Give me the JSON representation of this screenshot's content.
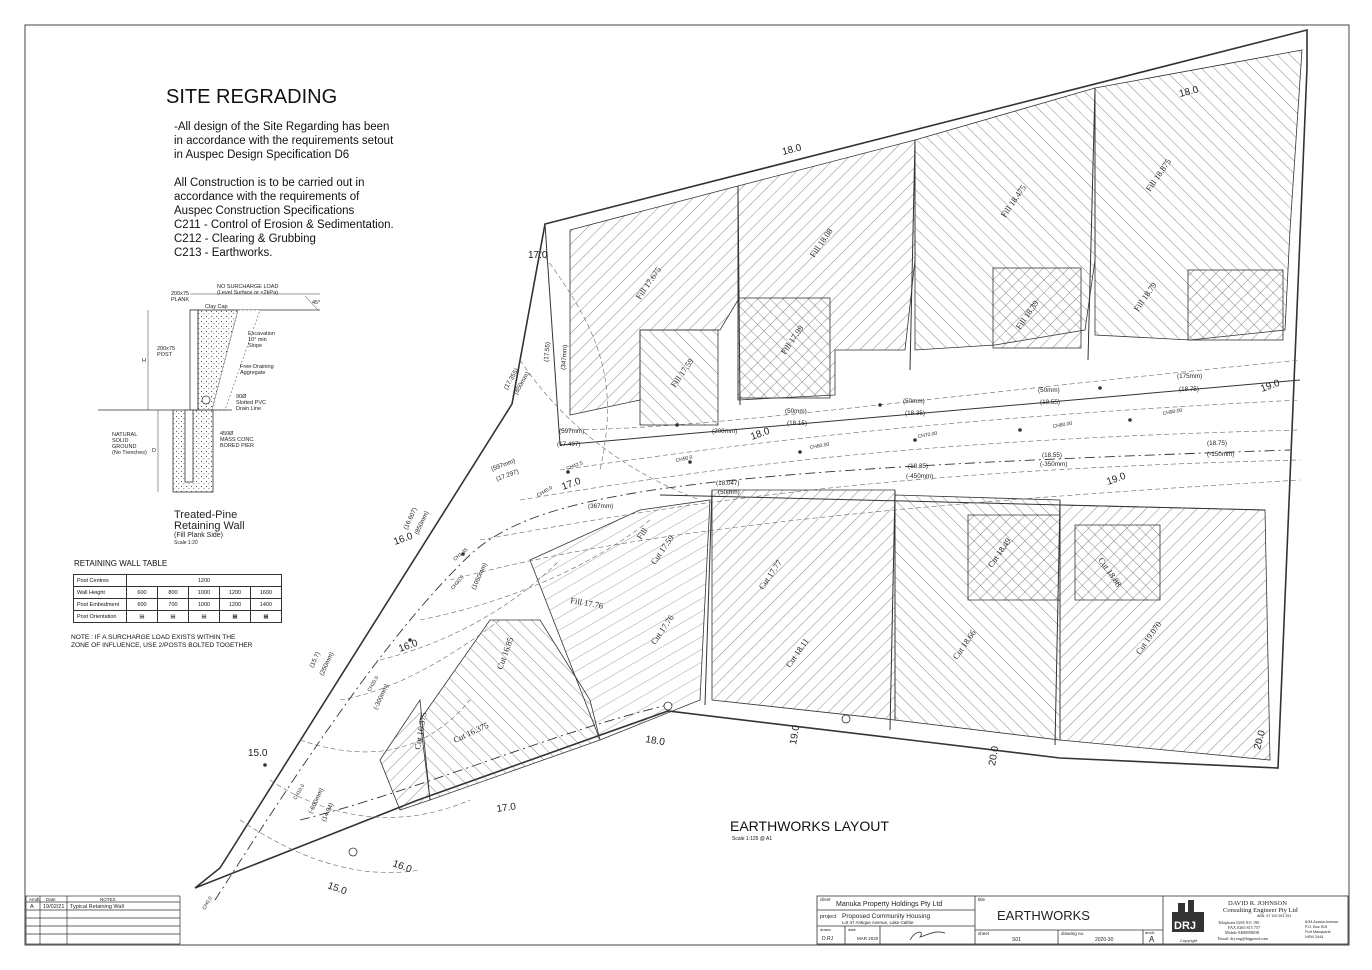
{
  "notes": {
    "title": "SITE REGRADING",
    "lines": [
      "-All design of the Site Regarding has been",
      "in accordance with the requirements setout",
      "in Auspec Design Specification D6",
      "",
      "All Construction is to be carried out in",
      "accordance with the requirements of",
      "Auspec Construction Specifications",
      "C211 - Control of Erosion & Sedimentation.",
      "C212 - Clearing & Grubbing",
      "C213 - Earthworks."
    ]
  },
  "retaining_wall_detail": {
    "labels": {
      "plank": "200x75",
      "plank2": "PLANK",
      "surcharge1": "NO SURCHARGE LOAD",
      "surcharge2": "(Level Surface or <2kPa)",
      "angle": "45°",
      "clay_cap": "Clay Cap",
      "excavation1": "Excavation",
      "excavation2": "10° min",
      "excavation3": "Slope",
      "post1": "200x75",
      "post2": "POST",
      "h": "H",
      "aggregate1": "Free-Draining",
      "aggregate2": "Aggregate",
      "pvc1": "90Ø",
      "pvc2": "Slotted PVC",
      "pvc3": "Drain Line",
      "ground1": "NATURAL",
      "ground2": "SOLID",
      "ground3": "GROUND",
      "ground4": "(No Trenches)",
      "d": "D",
      "pier1": "450Ø",
      "pier2": "MASS CONC.",
      "pier3": "BORED PIER"
    },
    "title1": "Treated-Pine",
    "title2": "Retaining Wall",
    "subtitle": "(Fill Plank Side)",
    "scale": "Scale 1:20"
  },
  "retaining_wall_table": {
    "title": "RETAINING WALL TABLE",
    "rows": [
      {
        "label": "Post Centres",
        "values": [
          "1200"
        ]
      },
      {
        "label": "Wall Height",
        "values": [
          "600",
          "800",
          "1000",
          "1200",
          "1600"
        ]
      },
      {
        "label": "Post Embedment",
        "values": [
          "600",
          "700",
          "1000",
          "1200",
          "1400"
        ]
      },
      {
        "label": "Post Orientation",
        "values": [
          "",
          "",
          "",
          "",
          ""
        ]
      }
    ],
    "note1": "NOTE : IF A SURCHARGE LOAD EXISTS WITHIN THE",
    "note2": "ZONE OF INFLUENCE, USE 2/POSTS BOLTED TOGETHER"
  },
  "plan": {
    "title": "EARTHWORKS LAYOUT",
    "scale": "Scale 1:125 @ A1",
    "contours": [
      "18.0",
      "18.0",
      "17.0",
      "19.0",
      "18.0",
      "17.0",
      "16.0",
      "16.0",
      "19.0",
      "15.0",
      "18.0",
      "19.0",
      "20.0",
      "20.0",
      "17.0",
      "16.0",
      "15.0"
    ],
    "lots": [
      "Fill 17.675",
      "Fill 18.08",
      "Fill 18.475",
      "Fill 18.875",
      "Fill 17.99",
      "Fill 17.59",
      "Fill 18.39",
      "Fill 18.79",
      "Fill 17.76",
      "Fill",
      "Cut 17.59",
      "Cut 17.76",
      "Cut 17.77",
      "Cut 18.11",
      "Cut 18.49",
      "Cut 18.66",
      "Cut 18.88",
      "Cut 19.070",
      "Cut 16.85",
      "Cut 16.375",
      "Cut 16.375"
    ],
    "levels": [
      "(17.55)",
      "(347mm)",
      "(17.355)",
      "(850mm)",
      "(17.497)",
      "(597mm)",
      "(200mm)",
      "(50mm)",
      "(18.15)",
      "(50mm)",
      "(18.35)",
      "(50mm)",
      "(18.55)",
      "(175mm)",
      "(18.75)",
      "(597mm)",
      "(17.297)",
      "(367mm)",
      "(18.047)",
      "(50mm)",
      "(18.35)",
      "(-450mm)",
      "(18.55)",
      "(-350mm)",
      "(18.75)",
      "(-150mm)",
      "(16.607)",
      "(850mm)",
      "(1050mm)",
      "(15.7)",
      "(250mm)",
      "(-300mm)",
      "(-600mm)",
      "(14.94)"
    ],
    "chainages": [
      "CH0.0",
      "CH10.0",
      "CH20.0",
      "CH30.0",
      "CH40.0",
      "CH42.5",
      "CH50.0",
      "CH60.00",
      "CH70.00",
      "CH80.00",
      "CH90.00",
      "CH1.35"
    ]
  },
  "revisions": {
    "headers": [
      "Amdt",
      "Date",
      "NOTES"
    ],
    "rows": [
      {
        "amdt": "A",
        "date": "19/02/21",
        "note": "Typical Retaining Wall"
      }
    ]
  },
  "titleblock": {
    "client_label": "client",
    "client": "Manuka Property Holdings Pty Ltd",
    "project_label": "project",
    "project": "Proposed Community Housing",
    "project_address": "Lot 47 Antique Avenue, Lake Cathie",
    "drawn_label": "drawn",
    "drawn": "D.RJ",
    "date_label": "date",
    "date": "MAR 2020",
    "title_label": "title",
    "title": "EARTHWORKS",
    "sheet_label": "sheet",
    "sheet": "S01",
    "drawing_no_label": "drawing no.",
    "drawing_no": "2020-30",
    "amdt_label": "amdt.",
    "amdt": "A",
    "company1": "DAVID R. JOHNSON",
    "company2": "Consulting Engineer Pty Ltd",
    "abn": "ABN. 97 102 991 251",
    "phone": "Telephone 0265 811 190",
    "fax": "FAX 0265 815 757",
    "mobile": "Mobile 0488898038",
    "email": "Email: drj.eng@bigpond.com",
    "addr1": "6/34 Acacia Avenue",
    "addr2": "P.O. Box 515",
    "addr3": "Port Macquarie",
    "addr4": "NSW 2444",
    "logo_text": "DRJ",
    "copyright": "Copyright"
  }
}
